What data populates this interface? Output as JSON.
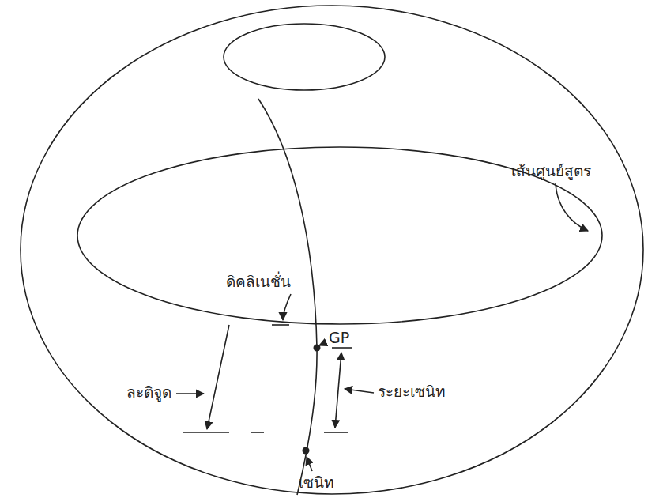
{
  "diagram": {
    "labels": [
      "เส้นศูนย์สูตร",
      "ดิคลิเนชั่น",
      "GP",
      "ละติจูด",
      "ระยะเซนิท",
      "เซนิท"
    ]
  }
}
